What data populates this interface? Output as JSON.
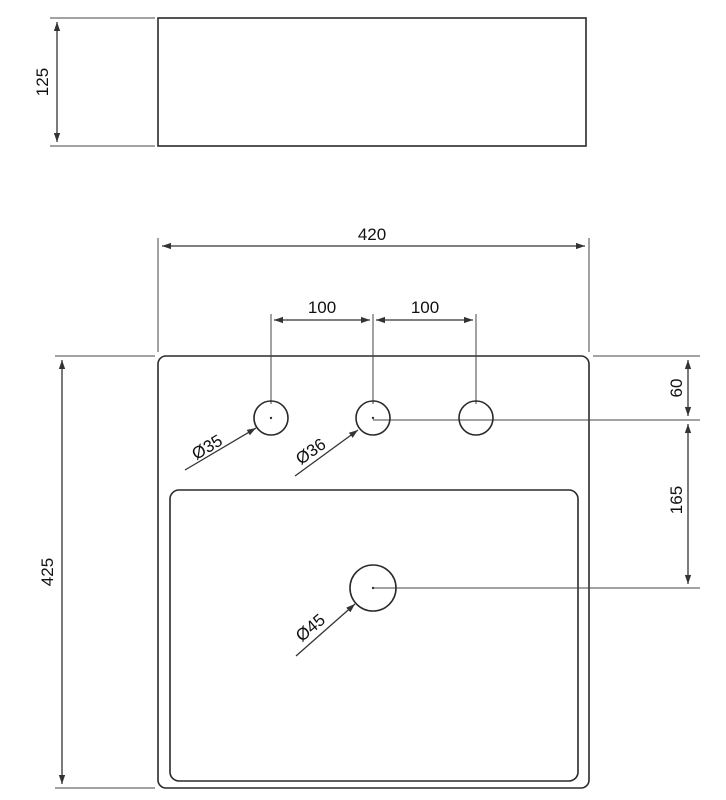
{
  "drawing": {
    "height_dim": "125",
    "width_dim": "420",
    "hole_spacing_left": "100",
    "hole_spacing_right": "100",
    "depth_dim": "425",
    "hole_offset_top": "60",
    "drain_offset": "165",
    "hole_left_diameter": "Ø35",
    "hole_center_diameter": "Ø36",
    "drain_diameter": "Ø45"
  }
}
